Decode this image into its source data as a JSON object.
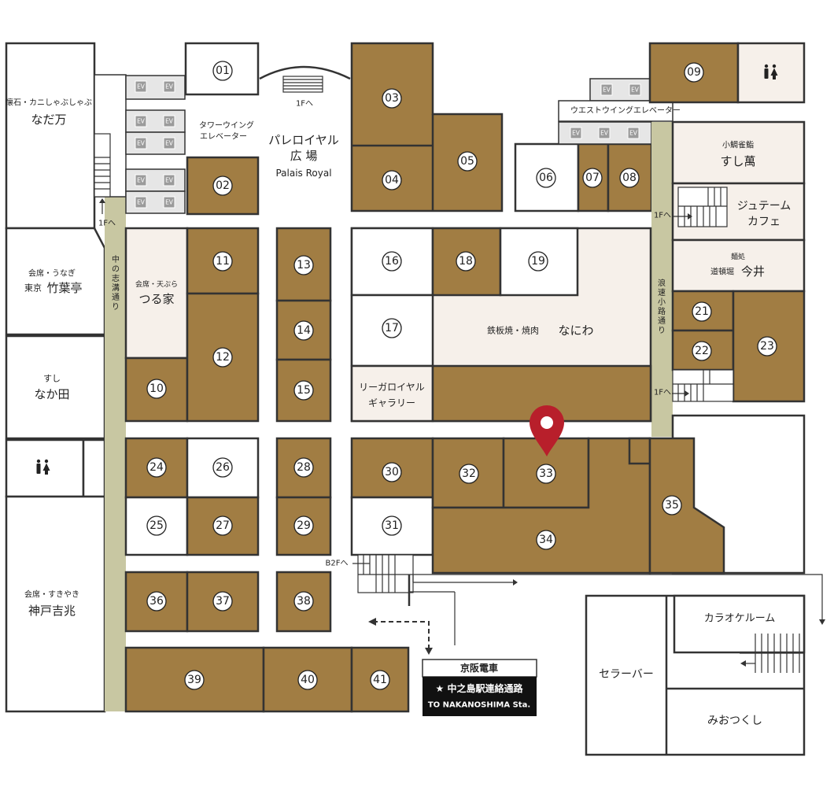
{
  "shop_numbers": [
    "01",
    "02",
    "03",
    "04",
    "05",
    "06",
    "07",
    "08",
    "09",
    "10",
    "11",
    "12",
    "13",
    "14",
    "15",
    "16",
    "17",
    "18",
    "19",
    "21",
    "22",
    "23",
    "24",
    "25",
    "26",
    "27",
    "28",
    "29",
    "30",
    "31",
    "32",
    "33",
    "34",
    "35",
    "36",
    "37",
    "38",
    "39",
    "40",
    "41"
  ],
  "labels": {
    "nadaman_sub": "懐石・カニしゃぶしゃぶ",
    "nadaman": "なだ万",
    "chikuyotei_sub": "会席・うなぎ",
    "chikuyotei_pre": "東京",
    "chikuyotei": "竹葉亭",
    "nakata_sub": "すし",
    "nakata": "なか田",
    "kitcho_sub": "会席・すきやき",
    "kitcho": "神戸吉兆",
    "tsuruya_sub": "会席・天ぷら",
    "tsuruya": "つる家",
    "tower_ev_1": "タワーウイング",
    "tower_ev_2": "エレベーター",
    "plaza_1": "パレロイヤル",
    "plaza_2": "広 場",
    "plaza_en": "Palais Royal",
    "west_ev": "ウエストウイングエレベーター",
    "suhiman_sub": "小鯛雀鮨",
    "suhiman": "すし萬",
    "jutem_1": "ジュテーム",
    "jutem_2": "カフェ",
    "imai_sub_1": "麺処",
    "imai_sub_2": "道頓堀",
    "imai": "今井",
    "naniwa_sub": "鉄板焼・焼肉",
    "naniwa": "なにわ",
    "gallery_1": "リーガロイヤル",
    "gallery_2": "ギャラリー",
    "karaoke": "カラオケルーム",
    "cellar": "セラーバー",
    "miotsukushi": "みおつくし",
    "keihan_1": "京阪電車",
    "keihan_2": "★ 中之島駅連絡通路",
    "keihan_3": "TO NAKANOSHIMA Sta."
  },
  "aisles": {
    "left": "中の志溝通り",
    "right": "浪速小路通り"
  },
  "directions": {
    "up_1f_top": "1Fへ",
    "up_1f_left": "1Fへ",
    "up_1f_right_top": "1Fへ",
    "up_1f_right_bottom": "1Fへ",
    "down_b2f": "B2Fへ"
  },
  "elevator_label": "EV",
  "location_marker_shop": "33",
  "icons": [
    "restroom-icon",
    "location-pin-icon",
    "stairs-icon"
  ]
}
